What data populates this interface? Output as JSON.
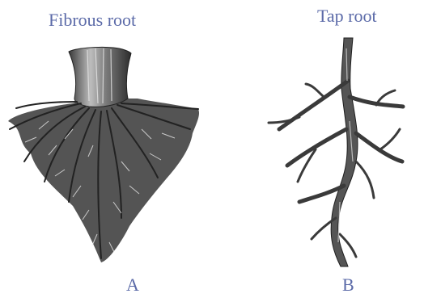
{
  "panels": [
    {
      "title": "Fibrous root",
      "letter": "A"
    },
    {
      "title": "Tap root",
      "letter": "B"
    }
  ]
}
